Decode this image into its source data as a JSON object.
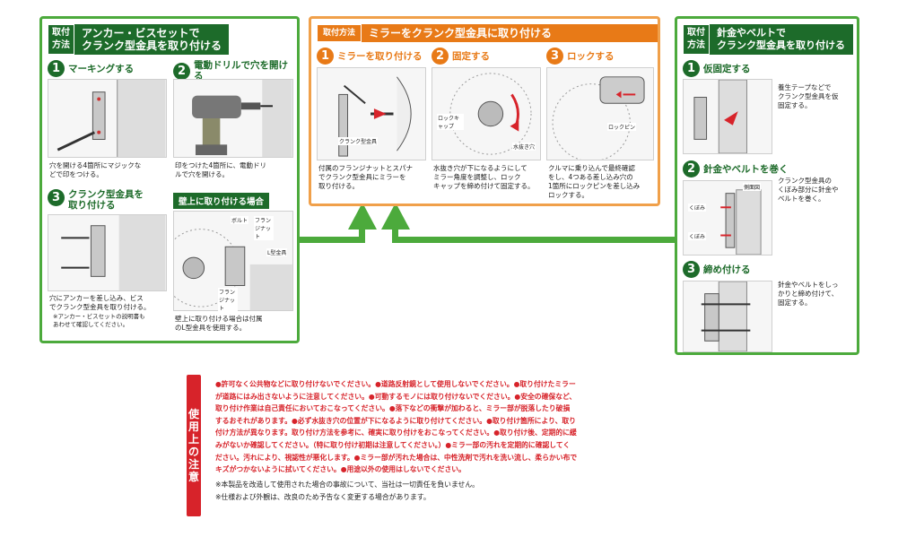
{
  "panel_left": {
    "tag": "取付方法",
    "title_1": "アンカー・ビスセットで",
    "title_2": "クランク型金具を取り付ける",
    "step1": {
      "num": "1",
      "title": "マーキングする",
      "desc_1": "穴を開ける4箇所にマジックな",
      "desc_2": "どで印をつける。"
    },
    "step2": {
      "num": "2",
      "title": "電動ドリルで穴を開ける",
      "desc_1": "印をつけた4箇所に、電動ドリ",
      "desc_2": "ルで穴を開ける。"
    },
    "step3": {
      "num": "3",
      "title_1": "クランク型金具を",
      "title_2": "取り付ける",
      "desc_1": "穴にアンカーを差し込み、ビス",
      "desc_2": "でクランク型金具を取り付ける。",
      "note_1": "※アンカー・ビスセットの説明書も",
      "note_2": "あわせて確認してください。"
    },
    "wall": {
      "title": "壁上に取り付ける場合",
      "desc_1": "壁上に取り付ける場合は付属",
      "desc_2": "のL型金具を使用する。",
      "label_bolt": "ボルト",
      "label_flange_nut": "フランジナット",
      "label_l_bracket": "L型金具",
      "label_flange_nut2": "フランジナット"
    }
  },
  "panel_center": {
    "tag": "取付方法",
    "title": "ミラーをクランク型金具に取り付ける",
    "step1": {
      "num": "1",
      "title": "ミラーを取り付ける",
      "label": "クランク型金具",
      "desc_1": "付属のフランジナットとスパナ",
      "desc_2": "でクランク型金具にミラーを",
      "desc_3": "取り付ける。"
    },
    "step2": {
      "num": "2",
      "title": "固定する",
      "label_lock": "ロックキャップ",
      "label_drain": "水抜き穴",
      "desc_1": "水抜き穴が下になるようにして",
      "desc_2": "ミラー角度を調整し、ロック",
      "desc_3": "キャップを締め付けて固定する。"
    },
    "step3": {
      "num": "3",
      "title": "ロックする",
      "label_pin": "ロックピン",
      "desc_1": "クルマに乗り込んで最終確認",
      "desc_2": "をし、4つある差し込み穴の",
      "desc_3": "1箇所にロックピンを差し込み",
      "desc_4": "ロックする。"
    }
  },
  "panel_right": {
    "tag": "取付方法",
    "title_1": "針金やベルトで",
    "title_2": "クランク型金具を取り付ける",
    "step1": {
      "num": "1",
      "title": "仮固定する",
      "desc_1": "養生テープなどで",
      "desc_2": "クランク型金具を仮",
      "desc_3": "固定する。"
    },
    "step2": {
      "num": "2",
      "title": "針金やベルトを巻く",
      "label_1": "くぼみ",
      "label_2": "くぼみ",
      "label_3": "側面図",
      "desc_1": "クランク型金具の",
      "desc_2": "くぼみ部分に針金や",
      "desc_3": "ベルトを巻く。"
    },
    "step3": {
      "num": "3",
      "title": "締め付ける",
      "desc_1": "針金やベルトをしっ",
      "desc_2": "かりと締め付けて、",
      "desc_3": "固定する。"
    }
  },
  "caution": {
    "heading_chars": [
      "使",
      "用",
      "上",
      "の",
      "注",
      "意"
    ],
    "lines": [
      "●許可なく公共物などに取り付けないでください。●道路反射鏡として使用しないでください。●取り付けたミラー",
      "が道路にはみ出さないように注意してください。●可動するモノには取り付けないでください。●安全の確保など、",
      "取り付け作業は自己責任においておこなってください。●落下などの衝撃が加わると、ミラー部が脱落したり破損",
      "するおそれがあります。●必ず水抜き穴の位置が下になるように取り付けてください。●取り付け箇所により、取り",
      "付け方法が異なります。取り付け方法を参考に、確実に取り付けをおこなってください。●取り付け後、定期的に緩",
      "みがないか確認してください。（特に取り付け初期は注意してください。）●ミラー部の汚れを定期的に確認してく",
      "ださい。汚れにより、視認性が悪化します。●ミラー部が汚れた場合は、中性洗剤で汚れを洗い流し、柔らかい布で",
      "キズがつかないように拭いてください。●用途以外の使用はしないでください。"
    ],
    "note_1": "※本製品を改造して使用された場合の事故について、当社は一切責任を負いません。",
    "note_2": "※仕様および外観は、改良のため予告なく変更する場合があります。"
  },
  "colors": {
    "green": "#4caa3c",
    "dark_green": "#1d6b2a",
    "orange": "#e87a17",
    "red": "#d7232a"
  }
}
